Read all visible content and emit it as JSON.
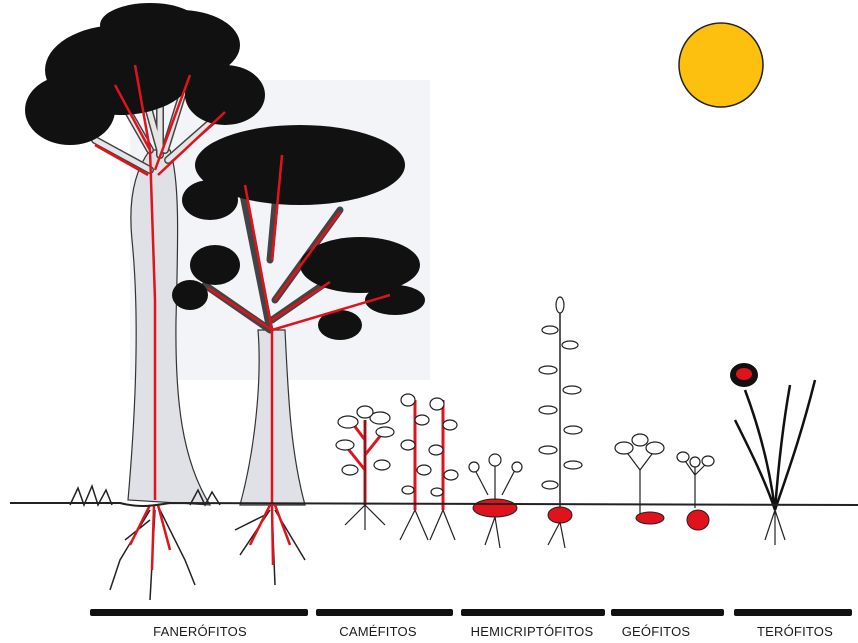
{
  "groups": [
    {
      "label": "FANERÓFITOS"
    },
    {
      "label": "CAMÉFITOS"
    },
    {
      "label": "HEMICRIPTÓFITOS"
    },
    {
      "label": "GEÓFITOS"
    },
    {
      "label": "TERÓFITOS"
    }
  ],
  "colors": {
    "sun": "#fdc00f",
    "sun_outline": "#222222",
    "foliage": "#111111",
    "trunk_shade": "#dfe1e6",
    "meristem_red": "#e0121b",
    "ground": "#222222",
    "bars": "#111111",
    "label_text": "#1a1a1a"
  }
}
